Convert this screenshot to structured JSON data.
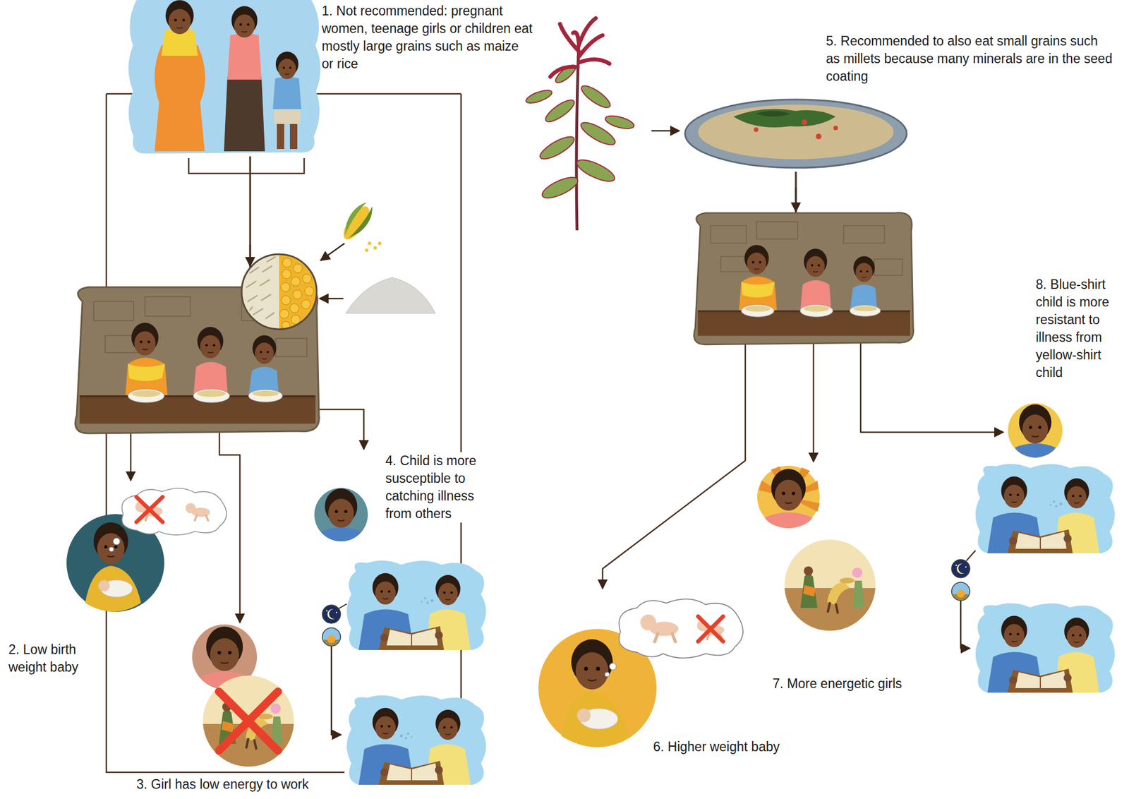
{
  "diagram": {
    "nodes": [
      {
        "text": [
          "1. Not recommended: pregnant women, teenage girls or children eat mostly large grains such as maize or rice"
        ]
      },
      {
        "text": [
          "2. Low birth weight baby"
        ]
      },
      {
        "text": [
          "3. Girl has low energy to work"
        ]
      },
      {
        "text": [
          "4. Child is more susceptible to catching illness from others"
        ]
      },
      {
        "text": [
          "5. Recommended to also eat small grains such as millets because many minerals are in the seed coating"
        ]
      },
      {
        "text": [
          "6. Higher weight baby"
        ]
      },
      {
        "text": [
          "7. More energetic girls"
        ]
      },
      {
        "text": [
          "8. Blue-shirt child is more resistant to illness from yellow-shirt child"
        ]
      }
    ],
    "edges": [
      {
        "from": 0,
        "to": 1,
        "arrow": "to"
      },
      {
        "from": 0,
        "to": 2,
        "arrow": "to"
      },
      {
        "from": 0,
        "to": 3,
        "arrow": "to"
      },
      {
        "from": 4,
        "to": 5,
        "arrow": "to"
      },
      {
        "from": 4,
        "to": 6,
        "arrow": "to"
      },
      {
        "from": 4,
        "to": 7,
        "arrow": "to"
      }
    ]
  }
}
